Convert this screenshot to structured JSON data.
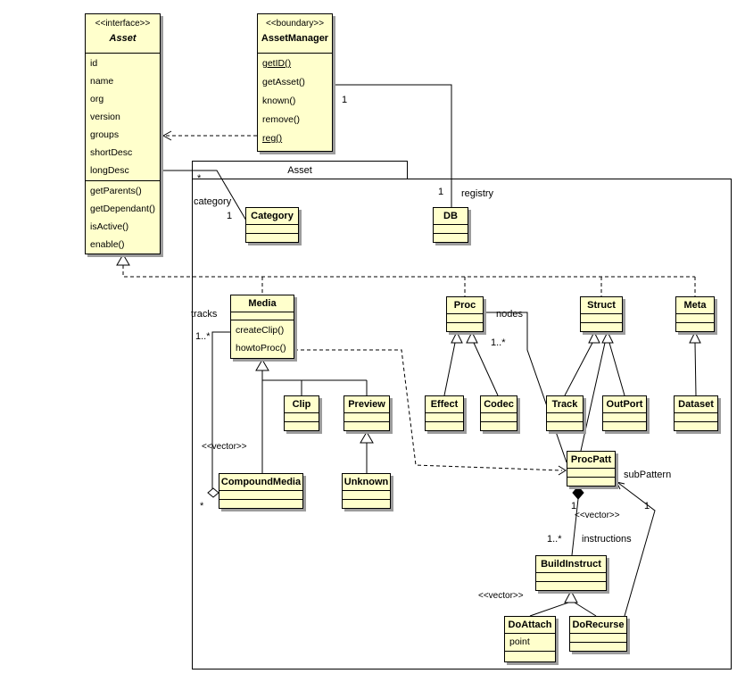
{
  "frame": {
    "label": "Asset"
  },
  "classes": {
    "asset_interface": {
      "stereotype": "<<interface>>",
      "name": "Asset",
      "attributes": [
        "id",
        "name",
        "org",
        "version",
        "groups",
        "shortDesc",
        "longDesc"
      ],
      "methods": [
        "getParents()",
        "getDependant()",
        "isActive()",
        "enable()"
      ]
    },
    "asset_manager": {
      "stereotype": "<<boundary>>",
      "name": "AssetManager",
      "methods": [
        "getID()",
        "getAsset()",
        "known()",
        "remove()",
        "reg()"
      ]
    },
    "category": {
      "name": "Category"
    },
    "db": {
      "name": "DB"
    },
    "media": {
      "name": "Media",
      "methods": [
        "createClip()",
        "howtoProc()"
      ]
    },
    "proc": {
      "name": "Proc"
    },
    "struct": {
      "name": "Struct"
    },
    "meta": {
      "name": "Meta"
    },
    "clip": {
      "name": "Clip"
    },
    "preview": {
      "name": "Preview"
    },
    "effect": {
      "name": "Effect"
    },
    "codec": {
      "name": "Codec"
    },
    "track": {
      "name": "Track"
    },
    "outport": {
      "name": "OutPort"
    },
    "dataset": {
      "name": "Dataset"
    },
    "compound_media": {
      "name": "CompoundMedia"
    },
    "unknown": {
      "name": "Unknown"
    },
    "procpatt": {
      "name": "ProcPatt"
    },
    "buildinstruct": {
      "name": "BuildInstruct"
    },
    "doattach": {
      "name": "DoAttach",
      "attributes": [
        "point"
      ]
    },
    "dorecurse": {
      "name": "DoRecurse"
    }
  },
  "edge_labels": {
    "category": {
      "role": "category",
      "asset_mult": "*",
      "category_mult": "1"
    },
    "registry": {
      "role": "registry",
      "manager_mult": "1",
      "db_mult": "1"
    },
    "tracks": {
      "role": "tracks",
      "media_mult": "1..*",
      "stereotype": "<<vector>>",
      "compound_mult": "*"
    },
    "nodes": {
      "role": "nodes",
      "proc_mult": "1..*"
    },
    "subpattern": {
      "role": "subPattern",
      "procpatt_mult": "1"
    },
    "instructions": {
      "role": "instructions",
      "buildinstruct_mult": "1..*",
      "procpatt_mult": "1",
      "stereotype": "<<vector>>"
    },
    "doattach_stereotype": "<<vector>>"
  },
  "colors": {
    "class_fill": "#ffffcc",
    "stroke": "#000000",
    "shadow": "#9c9c9c",
    "background": "#ffffff"
  }
}
